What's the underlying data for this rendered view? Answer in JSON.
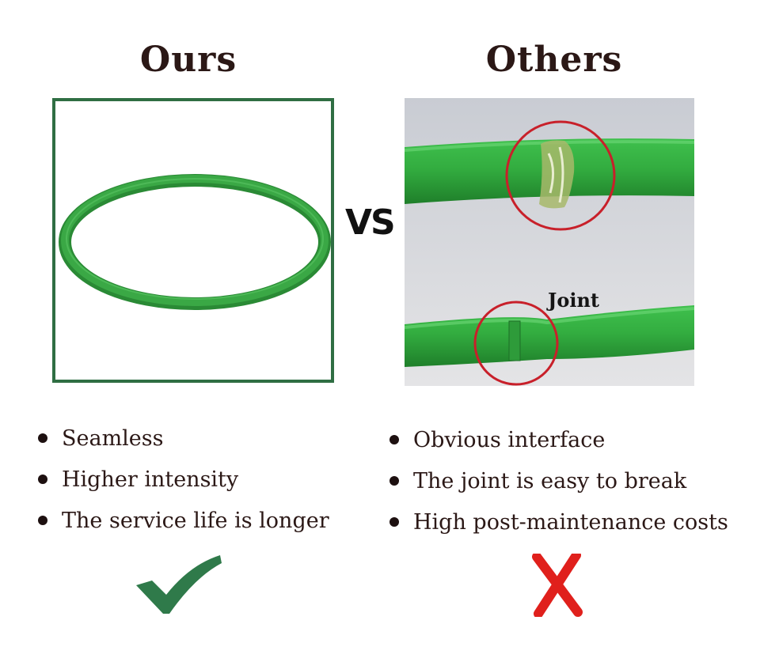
{
  "headings": {
    "ours": "Ours",
    "others": "Others"
  },
  "vs_label": "VS",
  "joint_label": "Joint",
  "features": {
    "ours": [
      "Seamless",
      "Higher intensity",
      "The service life is longer"
    ],
    "others": [
      "Obvious interface",
      "The joint is easy to break",
      "High post-maintenance costs"
    ]
  },
  "icons": {
    "ours_verdict": "checkmark-icon",
    "others_verdict": "x-icon"
  },
  "colors": {
    "frame_green": "#2f6e43",
    "belt_green": "#2f9a3a",
    "check_green": "#2f7a4a",
    "x_red": "#e0201c",
    "circle_red": "#c8202a"
  }
}
